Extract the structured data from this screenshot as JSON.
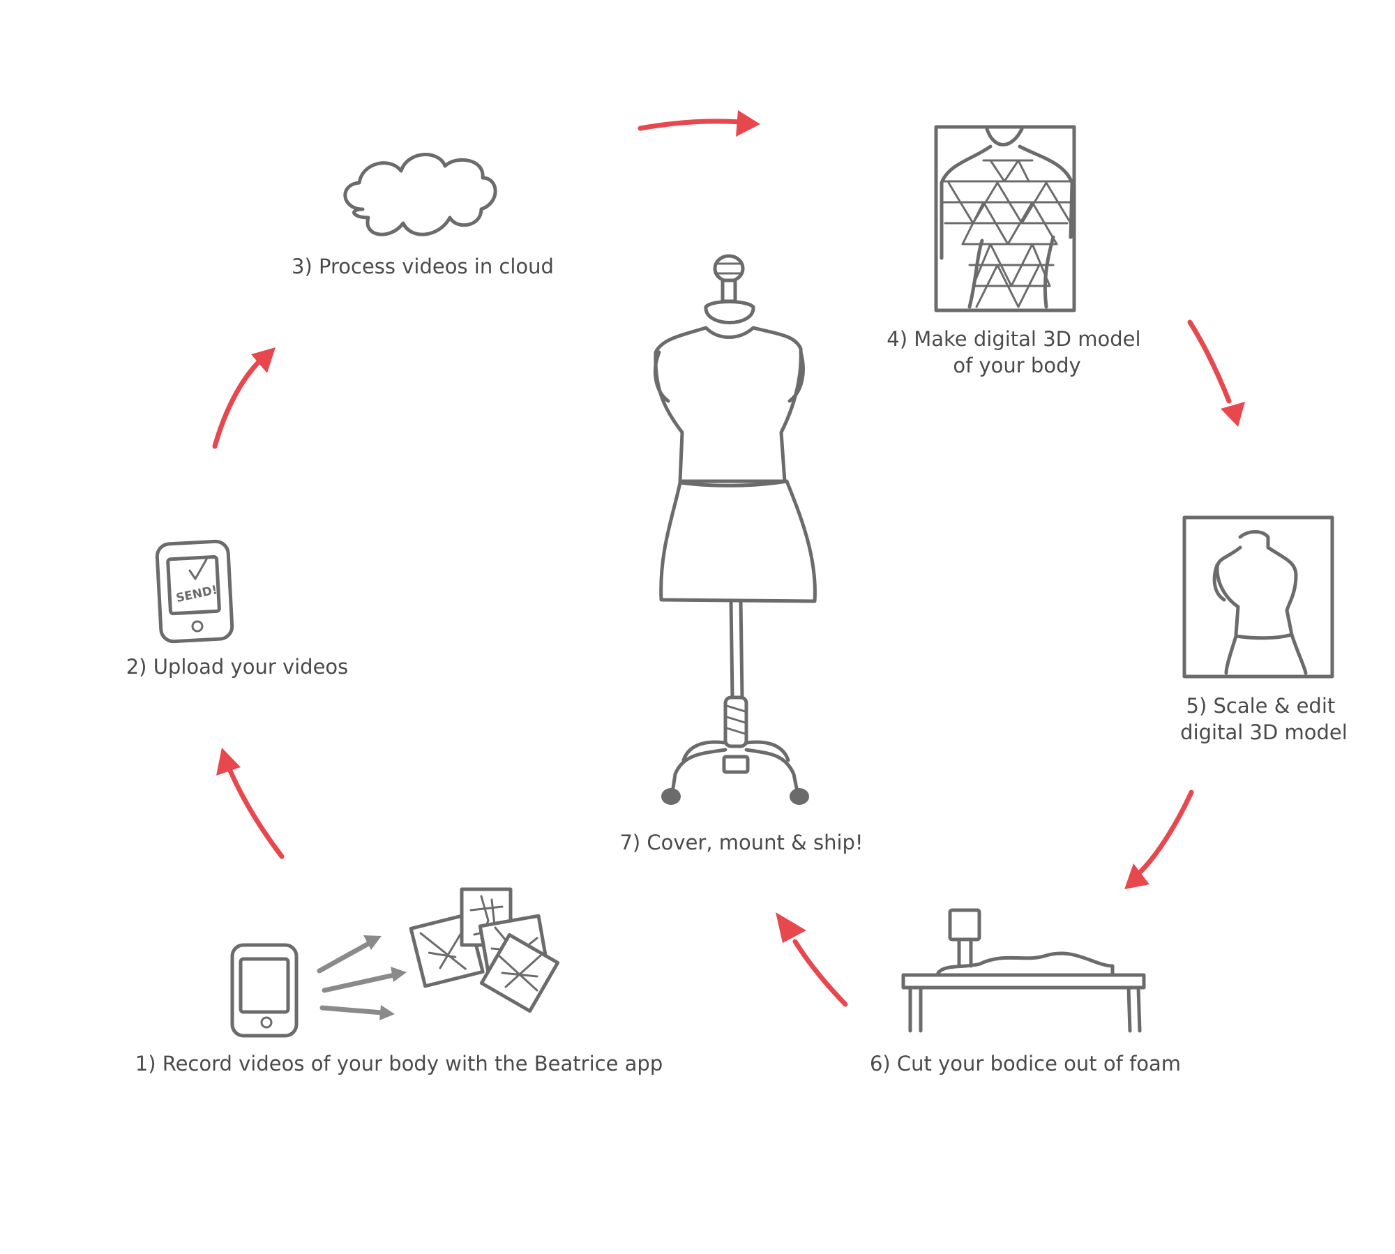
{
  "colors": {
    "accent_arrow": "#e8474e",
    "sketch_line": "#6b6b6b",
    "label_text": "#4a4a4a"
  },
  "steps": [
    {
      "id": "1",
      "icon": "phone-photos-icon",
      "lines": [
        "1) Record videos of your body with the Beatrice app"
      ]
    },
    {
      "id": "2",
      "icon": "phone-send-icon",
      "lines": [
        "2) Upload your videos"
      ]
    },
    {
      "id": "3",
      "icon": "cloud-icon",
      "lines": [
        "3) Process videos in cloud"
      ]
    },
    {
      "id": "4",
      "icon": "mesh-body-icon",
      "lines": [
        "4) Make digital 3D model",
        "of your body"
      ]
    },
    {
      "id": "5",
      "icon": "body-frame-icon",
      "lines": [
        "5) Scale & edit",
        "digital 3D model"
      ]
    },
    {
      "id": "6",
      "icon": "foam-cutter-icon",
      "lines": [
        "6) Cut your bodice out of foam"
      ]
    },
    {
      "id": "7",
      "icon": "dress-form-icon",
      "lines": [
        "7) Cover, mount & ship!"
      ]
    }
  ],
  "screen": {
    "send_text": "SEND!"
  }
}
